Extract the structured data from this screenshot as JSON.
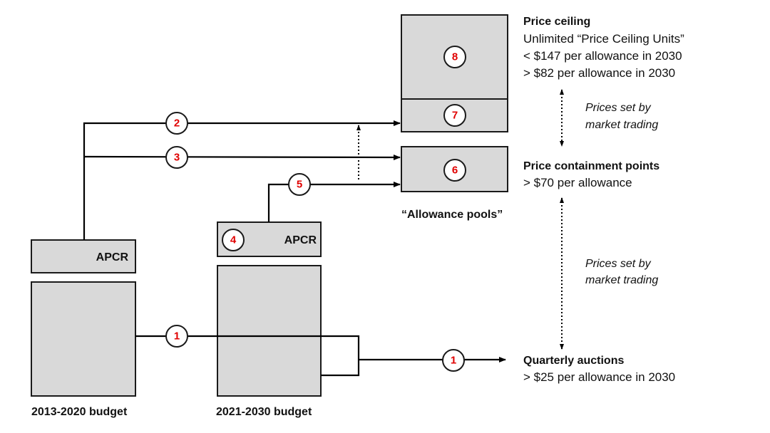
{
  "left_budget": {
    "apcr_label": "APCR",
    "caption": "2013-2020 budget"
  },
  "right_budget": {
    "apcr_label": "APCR",
    "caption": "2021-2030 budget"
  },
  "pools": {
    "caption": "“Allowance pools”"
  },
  "badges": {
    "flow_1a": "1",
    "flow_1b": "1",
    "flow_2": "2",
    "flow_3": "3",
    "flow_4": "4",
    "flow_5": "5",
    "pool_6": "6",
    "pool_7": "7",
    "pool_8": "8"
  },
  "price_ceiling": {
    "title": "Price ceiling",
    "line1": "Unlimited “Price Ceiling Units”",
    "line2": "< $147 per allowance in 2030",
    "line3": "> $82 per allowance in 2030"
  },
  "market_note_top": {
    "line1": "Prices set by",
    "line2": "market trading"
  },
  "price_containment": {
    "title": "Price containment points",
    "line1": "> $70 per allowance"
  },
  "market_note_bottom": {
    "line1": "Prices set by",
    "line2": "market trading"
  },
  "quarterly_auctions": {
    "title": "Quarterly auctions",
    "line1": "> $25 per allowance in 2030"
  }
}
